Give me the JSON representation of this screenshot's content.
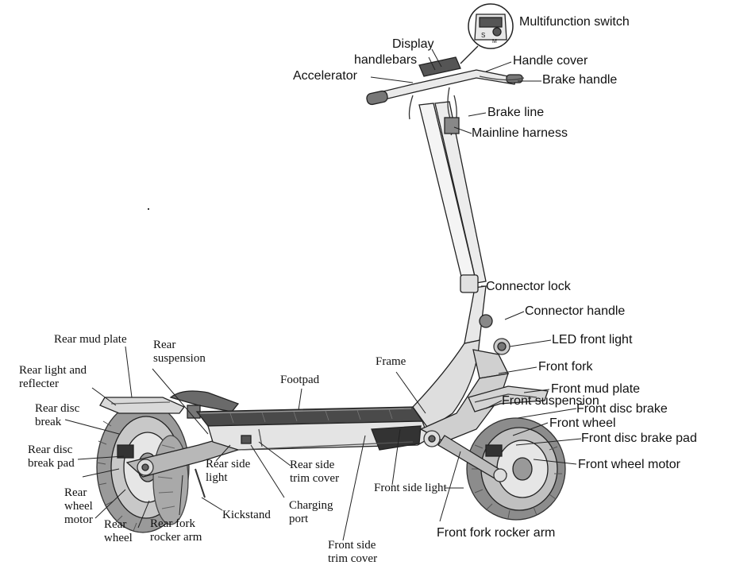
{
  "labels": {
    "multifunction_switch": "Multifunction switch",
    "display": "Display",
    "handlebars": "handlebars",
    "handle_cover": "Handle cover",
    "accelerator": "Accelerator",
    "brake_handle": "Brake handle",
    "brake_line": "Brake line",
    "mainline_harness": "Mainline harness",
    "connector_lock": "Connector lock",
    "connector_handle": "Connector handle",
    "led_front_light": "LED front light",
    "front_fork": "Front fork",
    "front_mud_plate": "Front mud plate",
    "front_suspension": "Front suspension",
    "front_disc_brake": "Front disc brake",
    "front_wheel": "Front wheel",
    "front_disc_brake_pad": "Front disc brake pad",
    "front_wheel_motor": "Front wheel motor",
    "frame": "Frame",
    "footpad": "Footpad",
    "rear_mud_plate": "Rear mud plate",
    "rear_suspension": "Rear\nsuspension",
    "rear_light_and_reflecter": "Rear light and\nreflecter",
    "rear_disc_break": "Rear disc\nbreak",
    "rear_disc_break_pad": "Rear disc\nbreak pad",
    "rear_wheel_motor": "Rear\nwheel\nmotor",
    "rear_wheel": "Rear\nwheel",
    "rear_fork_rocker_arm": "Rear fork\nrocker arm",
    "rear_side_light": "Rear side\nlight",
    "rear_side_trim_cover": "Rear side\ntrim cover",
    "kickstand": "Kickstand",
    "charging_port": "Charging\nport",
    "front_side_light": "Front side light",
    "front_side_trim_cover": "Front side\ntrim cover",
    "front_fork_rocker_arm": "Front fork rocker arm"
  },
  "switch_icon": {
    "symbols": [
      "S",
      "M"
    ],
    "icon": "multifunction-switch-icon"
  },
  "colors": {
    "ink": "#111111",
    "deck_dark": "#3a3a3a",
    "tire_gray": "#8c8c8c",
    "hub_gray": "#b5b5b5"
  }
}
